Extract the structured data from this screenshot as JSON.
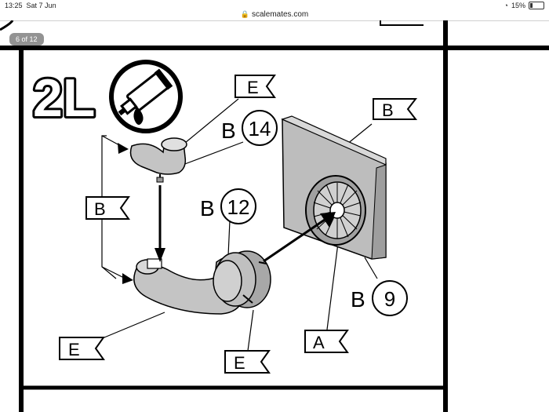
{
  "status_bar": {
    "time": "13:25",
    "date": "Sat 7 Jun",
    "url": "scalemates.com",
    "battery": "15%"
  },
  "page_indicator": "6 of 12",
  "step": {
    "label": "2L",
    "glue_icon": "glue-tube-icon"
  },
  "parts": {
    "top_e": "E",
    "top_b": "B",
    "b14": {
      "letter": "B",
      "number": "14"
    },
    "b12": {
      "letter": "B",
      "number": "12"
    },
    "b9": {
      "letter": "B",
      "number": "9"
    },
    "left_b": "B",
    "bottom_e_left": "E",
    "bottom_e_mid": "E",
    "bottom_a": "A"
  }
}
